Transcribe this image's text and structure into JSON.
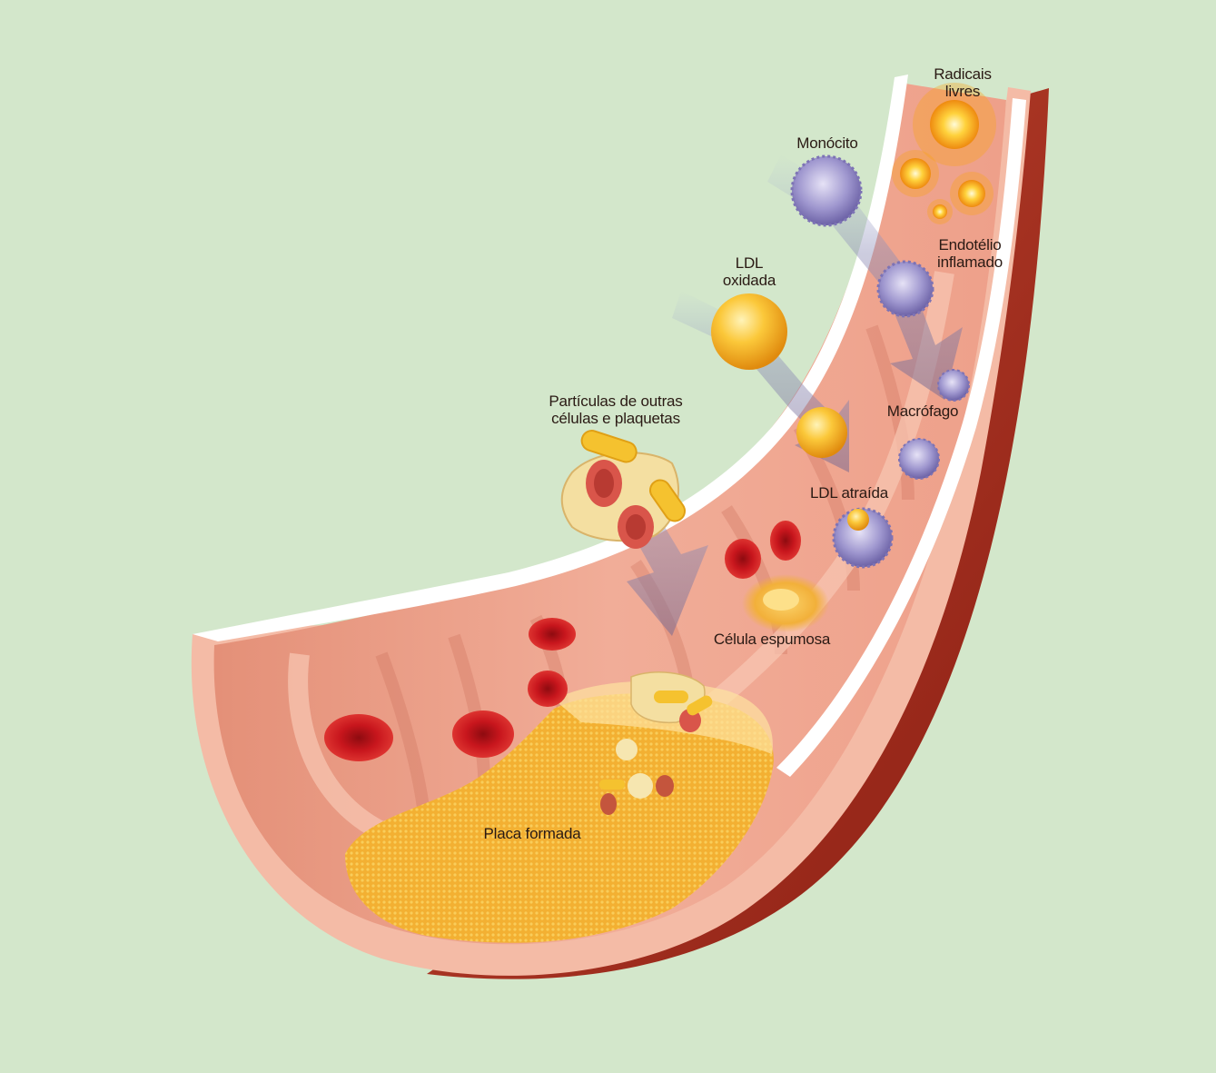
{
  "labels": {
    "radicais_livres": [
      "Radicais",
      "livres"
    ],
    "monocito": "Monócito",
    "endotelio_inflamado": [
      "Endotélio",
      "inflamado"
    ],
    "ldl_oxidada": [
      "LDL",
      "oxidada"
    ],
    "particulas": [
      "Partículas de outras",
      "células e plaquetas"
    ],
    "macrofago": "Macrófago",
    "ldl_atraida": "LDL atraída",
    "celula_espumosa": "Célula espumosa",
    "placa_formada": "Placa formada"
  },
  "colors": {
    "background": "#d3e7cb",
    "artery_wall": "#f2b9a3",
    "artery_inner": "#e9937c",
    "artery_outer_shadow": "#a7301f",
    "endothelium_white": "#ffffff",
    "plaque": "#f3b032",
    "red_blood_cell": "#c0141b",
    "ldl": "#f6b425",
    "monocyte": "#8f86c2",
    "free_radical": "#f39a12"
  }
}
